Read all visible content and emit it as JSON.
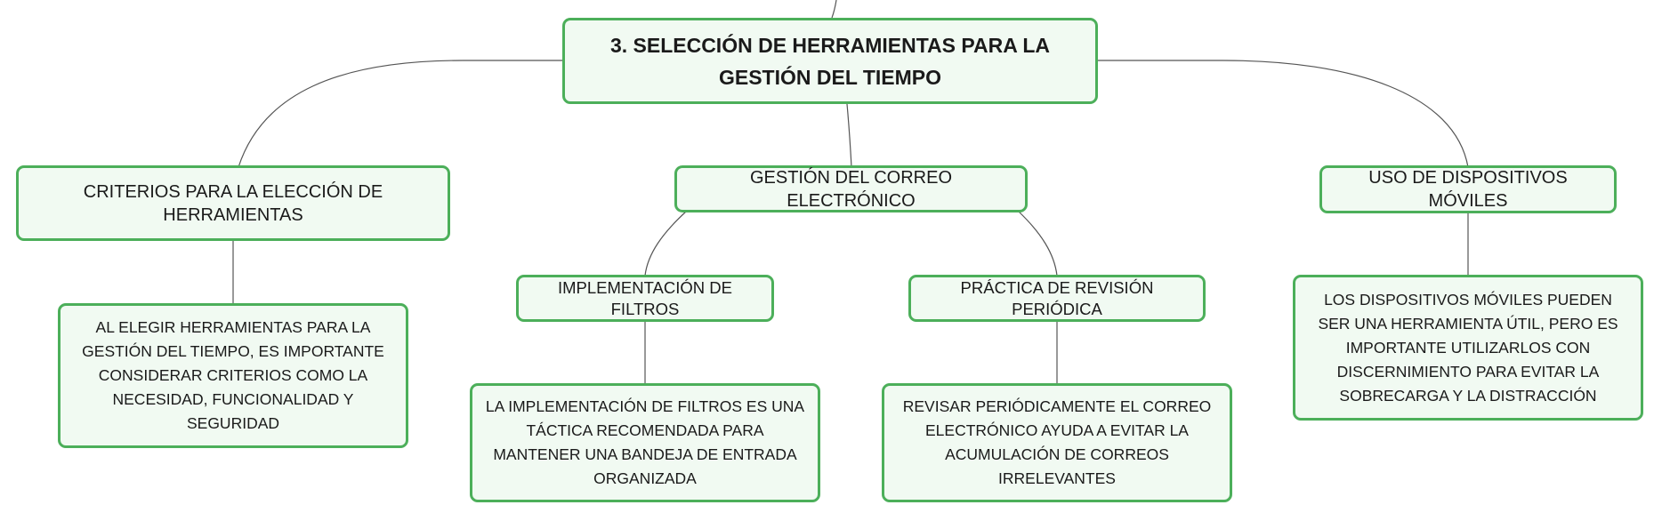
{
  "colors": {
    "node_fill": "#f1faf2",
    "node_border": "#4caf5a",
    "connector": "#555555"
  },
  "root": {
    "label": "3. SELECCIÓN DE HERRAMIENTAS PARA LA GESTIÓN DEL TIEMPO"
  },
  "branches": {
    "criterios": {
      "label": "CRITERIOS PARA LA ELECCIÓN DE HERRAMIENTAS",
      "detail": "AL ELEGIR HERRAMIENTAS PARA LA GESTIÓN DEL TIEMPO, ES IMPORTANTE CONSIDERAR CRITERIOS COMO LA NECESIDAD, FUNCIONALIDAD Y SEGURIDAD"
    },
    "correo": {
      "label": "GESTIÓN DEL CORREO ELECTRÓNICO",
      "filtros": {
        "label": "IMPLEMENTACIÓN DE FILTROS",
        "detail": "LA IMPLEMENTACIÓN DE FILTROS ES UNA TÁCTICA RECOMENDADA PARA MANTENER UNA BANDEJA DE ENTRADA ORGANIZADA"
      },
      "revision": {
        "label": "PRÁCTICA DE REVISIÓN PERIÓDICA",
        "detail": "REVISAR PERIÓDICAMENTE EL CORREO ELECTRÓNICO AYUDA A EVITAR LA ACUMULACIÓN DE CORREOS IRRELEVANTES"
      }
    },
    "moviles": {
      "label": "USO DE DISPOSITIVOS MÓVILES",
      "detail": "LOS DISPOSITIVOS MÓVILES PUEDEN SER UNA HERRAMIENTA ÚTIL, PERO ES IMPORTANTE UTILIZARLOS CON DISCERNIMIENTO PARA EVITAR LA SOBRECARGA Y LA DISTRACCIÓN"
    }
  }
}
